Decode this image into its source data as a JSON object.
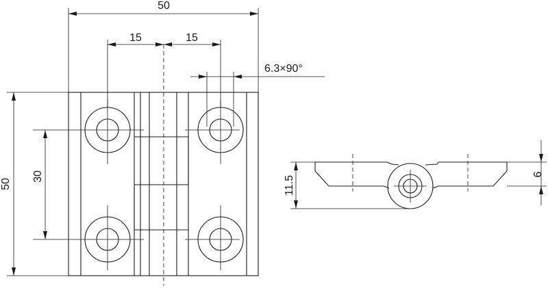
{
  "drawing": {
    "dim_overall_width": "50",
    "dim_left_offset": "15",
    "dim_right_offset": "15",
    "dim_countersink": "6.3×90°",
    "dim_overall_height": "50",
    "dim_hole_spacing": "30",
    "dim_side_height": "11.5",
    "dim_leaf_thickness": "6"
  }
}
